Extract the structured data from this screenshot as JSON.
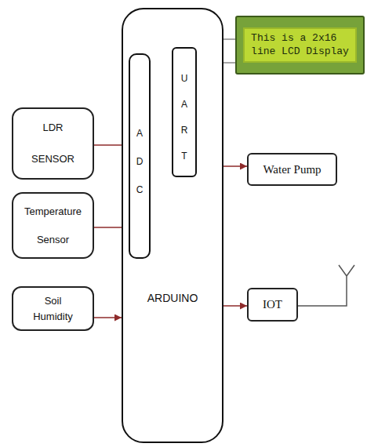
{
  "diagram": {
    "nodes": [
      {
        "text": [
          "ARDUINO"
        ]
      },
      {
        "text": [
          "A D C"
        ],
        "in": 0
      },
      {
        "text": [
          "U A R T"
        ],
        "in": 0
      },
      {
        "text": [
          "This is a 2x16 line LCD Display"
        ]
      },
      {
        "text": [
          "LDR SENSOR"
        ]
      },
      {
        "text": [
          "Water Pump"
        ]
      },
      {
        "text": [
          "Temperature Sensor"
        ]
      },
      {
        "text": [
          "Soil Humidity"
        ]
      },
      {
        "text": [
          "IOT"
        ]
      }
    ],
    "edges": [
      {
        "from": 4,
        "to": 1,
        "arrow": "to"
      },
      {
        "from": 6,
        "to": 1,
        "arrow": "to"
      },
      {
        "from": 7,
        "to": 0,
        "arrow": "to"
      },
      {
        "from": 2,
        "to": 5,
        "arrow": "to"
      },
      {
        "from": 0,
        "to": 8,
        "arrow": "to"
      },
      {
        "from": 0,
        "to": 3,
        "arrow": "none"
      },
      {
        "from": 0,
        "to": 3,
        "arrow": "none"
      }
    ]
  }
}
